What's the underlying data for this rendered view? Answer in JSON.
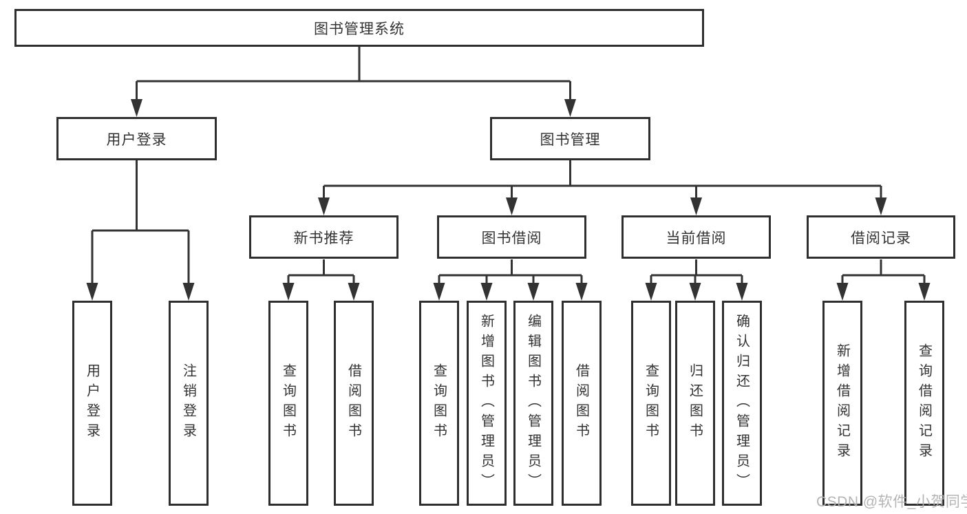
{
  "nodes": {
    "root": "图书管理系统",
    "user_login": "用户登录",
    "book_management": "图书管理",
    "new_book_recommend": "新书推荐",
    "book_borrow": "图书借阅",
    "current_borrow": "当前借阅",
    "borrow_record": "借阅记录",
    "leaf_user_login": "用户登录",
    "leaf_logout": "注销登录",
    "leaf_rec_query_book": "查询图书",
    "leaf_rec_borrow_book": "借阅图书",
    "leaf_bb_query_book": "查询图书",
    "leaf_bb_add_book": "新增图书（管理员）",
    "leaf_bb_edit_book": "编辑图书（管理员）",
    "leaf_bb_borrow_book": "借阅图书",
    "leaf_cb_query_book": "查询图书",
    "leaf_cb_return_book": "归还图书",
    "leaf_cb_confirm_return": "确认归还（管理员）",
    "leaf_br_add_record": "新增借阅记录",
    "leaf_br_query_record": "查询借阅记录"
  },
  "hierarchy": {
    "图书管理系统": [
      "用户登录",
      "图书管理"
    ],
    "用户登录": [
      "用户登录",
      "注销登录"
    ],
    "图书管理": [
      "新书推荐",
      "图书借阅",
      "当前借阅",
      "借阅记录"
    ],
    "新书推荐": [
      "查询图书",
      "借阅图书"
    ],
    "图书借阅": [
      "查询图书",
      "新增图书（管理员）",
      "编辑图书（管理员）",
      "借阅图书"
    ],
    "当前借阅": [
      "查询图书",
      "归还图书",
      "确认归还（管理员）"
    ],
    "借阅记录": [
      "新增借阅记录",
      "查询借阅记录"
    ]
  },
  "watermark": "CSDN @软件_小贺同学",
  "colors": {
    "line": "#333333",
    "box_border": "#2e2e2e",
    "text": "#333333",
    "watermark": "#b0b0b0",
    "background": "#ffffff"
  }
}
